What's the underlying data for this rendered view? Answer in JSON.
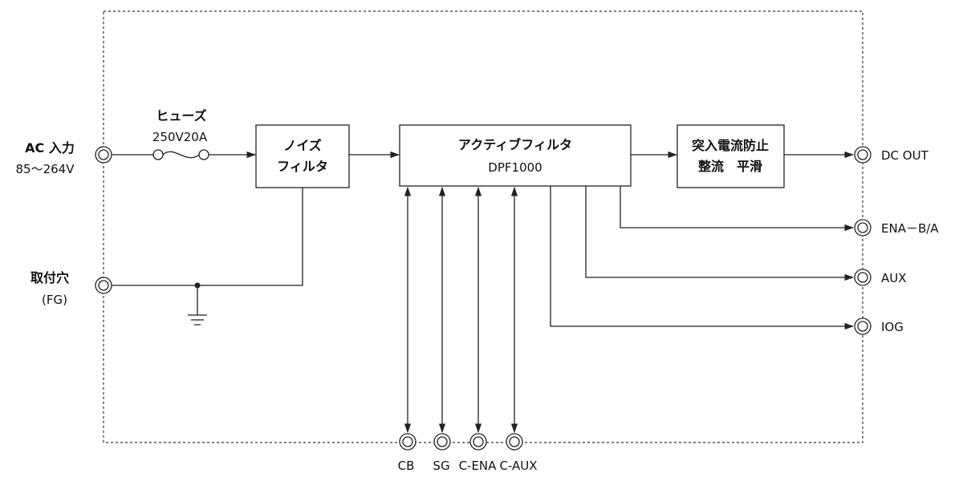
{
  "inputs": {
    "ac_label": "AC 入力",
    "ac_range": "85〜264V",
    "fg_label": "取付穴",
    "fg_sub": "(FG)"
  },
  "fuse": {
    "name": "ヒューズ",
    "rating": "250V20A"
  },
  "blocks": {
    "noise_filter": {
      "line1": "ノイズ",
      "line2": "フィルタ"
    },
    "active_filter": {
      "line1": "アクティブフィルタ",
      "line2": "DPF1000"
    },
    "rectifier": {
      "line1": "突入電流防止",
      "line2": "整流　平滑"
    }
  },
  "outputs": {
    "dc_out": "DC OUT",
    "ena_ba": "ENA－B/A",
    "aux": "AUX",
    "iog": "IOG"
  },
  "bottom_terminals": {
    "cb": "CB",
    "sg": "SG",
    "c_ena": "C-ENA",
    "c_aux": "C-AUX"
  }
}
